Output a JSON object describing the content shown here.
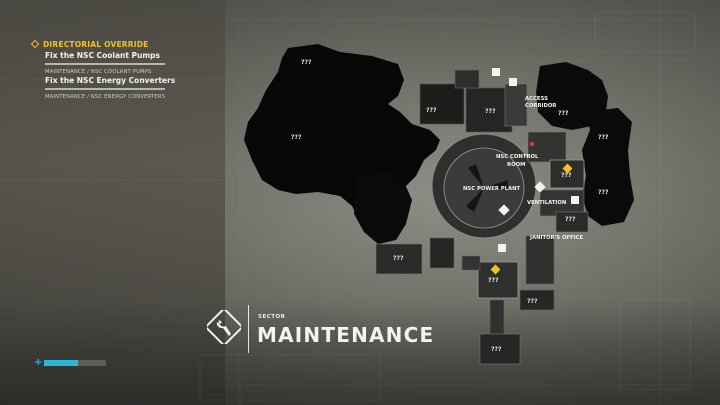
{
  "objectives": {
    "header": "DIRECTORIAL OVERRIDE",
    "items": [
      {
        "title": "Fix the NSC Coolant Pumps",
        "location": "MAINTENANCE / NSC COOLANT PUMPS"
      },
      {
        "title": "Fix the NSC Energy Converters",
        "location": "MAINTENANCE / NSC ENERGY CONVERTERS"
      }
    ]
  },
  "sector": {
    "kicker": "SECTOR",
    "name": "MAINTENANCE",
    "icon": "wrench-icon"
  },
  "map": {
    "labels": {
      "access_corridor_1": "ACCESS",
      "access_corridor_2": "CORRIDOR",
      "control_room_1": "NSC CONTROL",
      "control_room_2": "ROOM",
      "power_plant": "NSC POWER PLANT",
      "ventilation": "VENTILATION",
      "janitors_office": "JANITOR'S OFFICE"
    },
    "unknown": "???"
  },
  "health": {
    "fraction": 0.55
  },
  "colors": {
    "objective": "#f2c21b",
    "health": "#2bb8d8",
    "marker": "#e03030"
  }
}
